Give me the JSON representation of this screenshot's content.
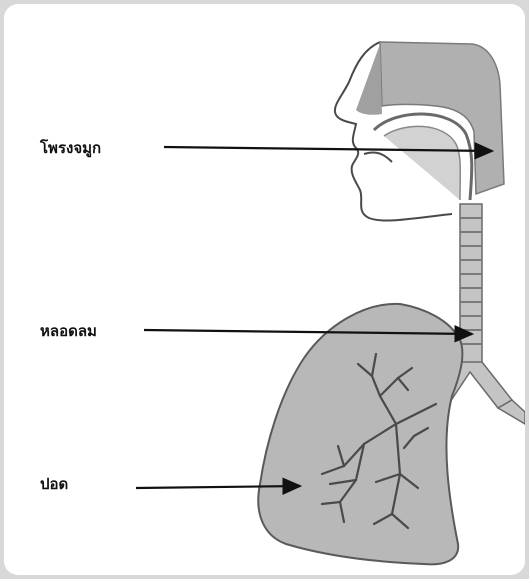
{
  "diagram": {
    "labels": [
      {
        "id": "nasal-cavity",
        "text": "โพรงจมูก"
      },
      {
        "id": "trachea",
        "text": "หลอดลม"
      },
      {
        "id": "lung",
        "text": "ปอด"
      }
    ]
  },
  "colors": {
    "anatomy_fill": "#b4b4b4",
    "anatomy_dark": "#8a8a8a",
    "outline": "#4a4a4a",
    "arrow": "#111111",
    "frame_border": "#d8d8d8"
  }
}
